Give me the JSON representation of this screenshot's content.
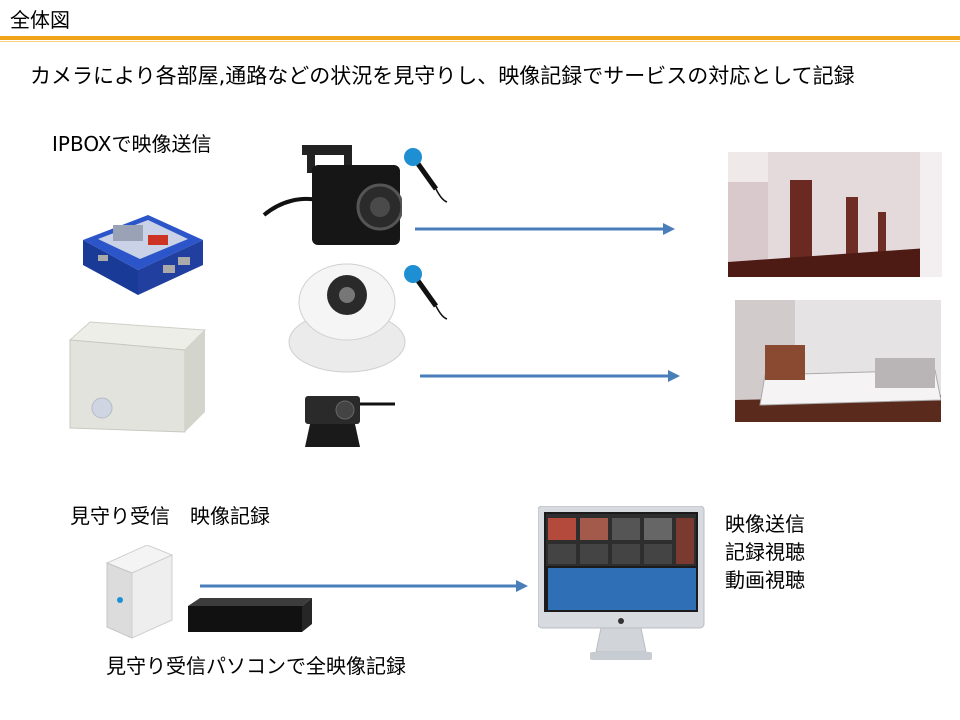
{
  "slide": {
    "title": "全体図",
    "lead": "カメラにより各部屋,通路などの状況を見守りし、映像記録でサービスの対応として記録"
  },
  "labels": {
    "ipbox": "IPBOXで映像送信",
    "receiver": "見守り受信　映像記録",
    "pc_record": "見守り受信パソコンで全映像記録",
    "monitor_lines": [
      "映像送信",
      "記録視聴",
      "動画視聴"
    ]
  },
  "colors": {
    "accent": "#f0a418",
    "arrow": "#4a7ebb",
    "ipbox_case": "#1e3f9a"
  },
  "icons": [
    "raspberry-pi-case-icon",
    "sensor-box-icon",
    "mini-camera-icon",
    "microphone-icon",
    "dome-camera-icon",
    "web-camera-icon",
    "server-tower-icon",
    "recorder-box-icon",
    "monitor-icon"
  ]
}
